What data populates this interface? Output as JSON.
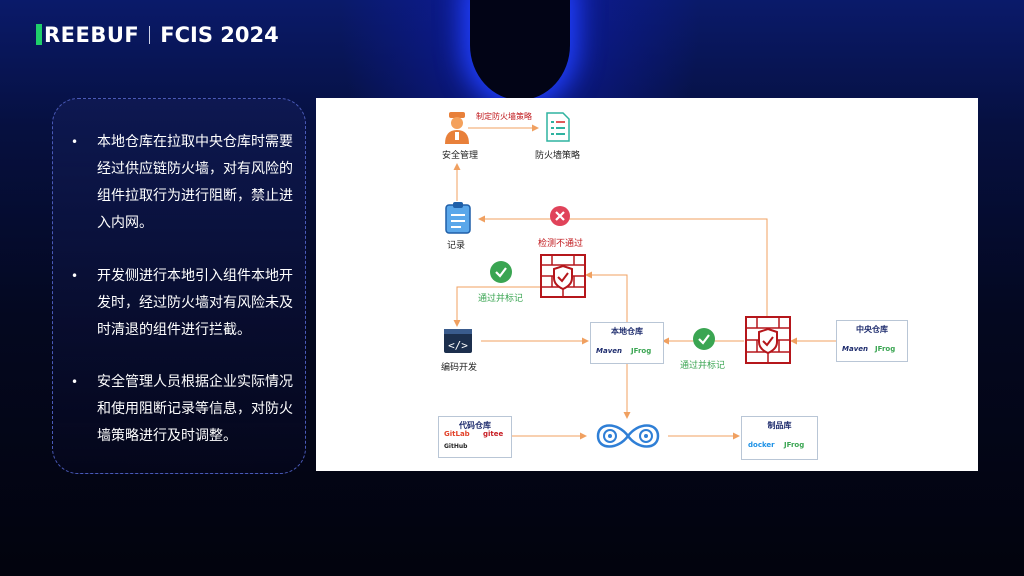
{
  "header": {
    "logo_left": "REEBUF",
    "logo_right": "FCIS 2024"
  },
  "panel": {
    "bullets": [
      "本地仓库在拉取中央仓库时需要经过供应链防火墙，对有风险的组件拉取行为进行阻断，禁止进入内网。",
      "开发侧进行本地引入组件本地开发时，经过防火墙对有风险未及时清退的组件进行拦截。",
      "安全管理人员根据企业实际情况和使用阻断记录等信息，对防火墙策略进行及时调整。"
    ]
  },
  "diagram": {
    "nodes": {
      "security_admin": "安全管理",
      "firewall_policy": "防火墙策略",
      "record": "记录",
      "coding": "编码开发",
      "local_repo": "本地仓库",
      "central_repo": "中央仓库",
      "code_repo": "代码仓库",
      "artifact_repo": "制品库"
    },
    "edge_labels": {
      "make_policy": "制定防火墙策略",
      "check_failed": "检测不通过",
      "pass_tag_left": "通过并标记",
      "pass_tag_right": "通过并标记"
    },
    "brands": {
      "maven": "Maven",
      "jfrog": "JFrog",
      "gitlab": "GitLab",
      "gitee": "gitee",
      "github": "GitHub",
      "docker": "docker"
    },
    "colors": {
      "arrow": "#f0a060",
      "firewall": "#b5161b",
      "pass": "#3aa552",
      "fail": "#e0435a",
      "icon_blue": "#2f7fd6",
      "admin_orange": "#e8803a"
    }
  }
}
